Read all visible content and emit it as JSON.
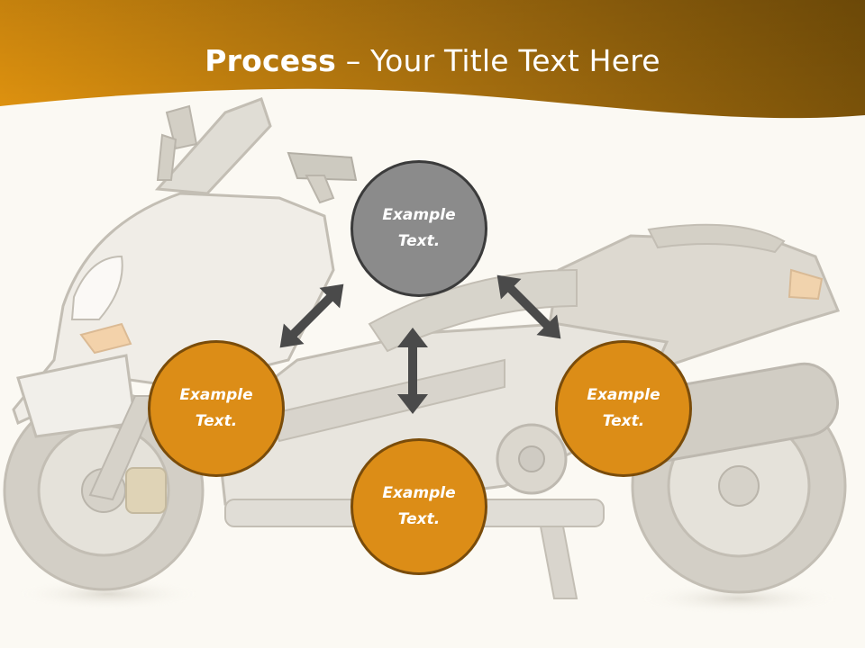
{
  "slide": {
    "title_bold": "Process",
    "title_rest": " – Your Title Text Here",
    "colors": {
      "header_gradient_start": "#e0930f",
      "header_gradient_end": "#7a5209",
      "background": "#fbf9f3",
      "circle_orange": "#dc8d17",
      "circle_gray": "#8b8b8b",
      "arrow": "#4a4a4a"
    },
    "background_image": "motor-scooter-illustration"
  },
  "nodes": {
    "top": {
      "label": "Example\nText."
    },
    "left": {
      "label": "Example\nText."
    },
    "bottom": {
      "label": "Example\nText."
    },
    "right": {
      "label": "Example\nText."
    }
  }
}
